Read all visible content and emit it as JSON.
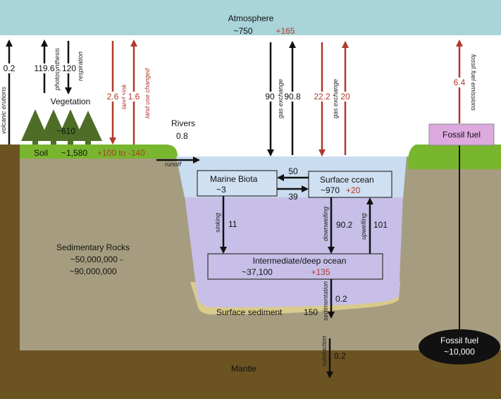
{
  "colors": {
    "atmosphere": "#a8d4da",
    "soil": "#78b62e",
    "trees": "#4e6e28",
    "rock": "#a69d80",
    "mantle": "#6c5322",
    "surface_ocean": "#cadcf0",
    "deep_ocean": "#c7bfe7",
    "sediment": "#d8cb8c",
    "fossil_box": "#dcaadf",
    "anthropogenic": "#b0392b"
  },
  "reservoirs": {
    "atmosphere": {
      "label": "Atmosphere",
      "value": "~750",
      "change": "+165"
    },
    "vegetation": {
      "label": "Vegetation",
      "value": "~610"
    },
    "soil": {
      "label": "Soil",
      "value": "~1,580",
      "change": "+100 to -140"
    },
    "rivers": {
      "label": "Rivers",
      "value": "0.8",
      "flow_label": "runoff"
    },
    "marine_biota": {
      "label": "Marine Biota",
      "value": "~3"
    },
    "surface_ocean": {
      "label": "Surface ccean",
      "value": "~970",
      "change": "+20"
    },
    "deep_ocean": {
      "label": "Intermediate/deep ocean",
      "value": "~37,100",
      "change": "+135"
    },
    "surface_sediment": {
      "label": "Surface sediment",
      "value": "150"
    },
    "sedimentary_rocks": {
      "label": "Sedimentary Rocks",
      "value_line1": "~50,000,000 -",
      "value_line2": "~90,000,000"
    },
    "mantle": {
      "label": "Mantle"
    },
    "fossil_fuel_surface": {
      "label": "Fossil fuel"
    },
    "fossil_fuel_reserve": {
      "label": "Fossil fuel",
      "value": "~10,000"
    }
  },
  "flows": {
    "volcanic": {
      "value": "0.2",
      "label": "volcanic erutions"
    },
    "photosynthesis": {
      "value": "119.6",
      "label": "photosynthesis"
    },
    "respiration": {
      "value": "120",
      "label": "respiration"
    },
    "land_sink": {
      "value": "2.6",
      "label": "land sink"
    },
    "land_use": {
      "value": "1.6",
      "label": "land use changed"
    },
    "gas_down": {
      "value": "90",
      "label": "gas exchange"
    },
    "gas_up": {
      "value": "90.8"
    },
    "gas_down_anthro": {
      "value": "22.2",
      "label": "gas exchange"
    },
    "gas_up_anthro": {
      "value": "20"
    },
    "fossil_emissions": {
      "value": "6.4",
      "label": "fossil fuel emissions"
    },
    "ocean_to_biota": {
      "value": "50"
    },
    "biota_to_ocean": {
      "value": "39"
    },
    "sinking": {
      "value": "11",
      "label": "sinking"
    },
    "downwelling": {
      "value": "90.2",
      "label": "downwelling"
    },
    "upwelling": {
      "value": "101",
      "label": "upwelling"
    },
    "sedimentation": {
      "value": "0.2",
      "label": "sedimentation"
    },
    "subduction": {
      "value": "0.2",
      "label": "subduction"
    }
  }
}
